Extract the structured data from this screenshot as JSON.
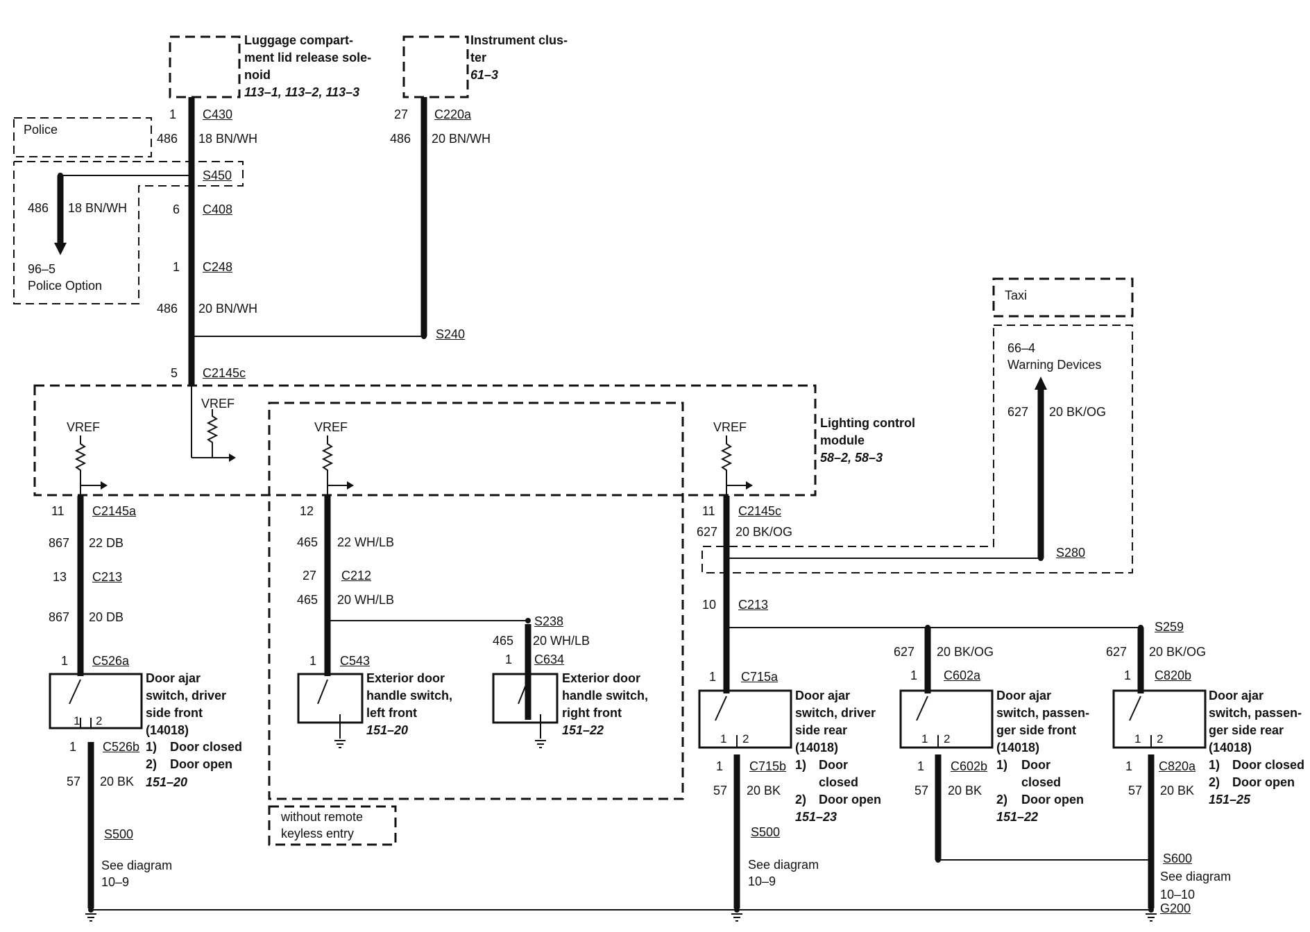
{
  "components": {
    "luggage": {
      "line1": "Luggage compart-",
      "line2": "ment lid release sole-",
      "line3": "noid",
      "ref": "113–1, 113–2, 113–3"
    },
    "cluster": {
      "line1": "Instrument clus-",
      "line2": "ter",
      "ref": "61–3"
    },
    "police": {
      "label": "Police"
    },
    "police_option": {
      "ref": "96–5",
      "label": "Police Option"
    },
    "lcm": {
      "line1": "Lighting control",
      "line2": "module",
      "ref": "58–2, 58–3"
    },
    "taxi": {
      "label": "Taxi"
    },
    "warning": {
      "ref": "66–4",
      "label": "Warning Devices"
    },
    "keyless": {
      "line1": "without remote",
      "line2": "keyless entry"
    },
    "sw_driver_front": {
      "lines": [
        "Door ajar",
        "switch, driver",
        "side front",
        "(14018)"
      ],
      "ref": "151–20"
    },
    "sw_ext_left": {
      "lines": [
        "Exterior door",
        "handle switch,",
        "left front"
      ],
      "ref": "151–20"
    },
    "sw_ext_right": {
      "lines": [
        "Exterior door",
        "handle switch,",
        "right front"
      ],
      "ref": "151–22"
    },
    "sw_driver_rear": {
      "lines": [
        "Door ajar",
        "switch, driver",
        "side rear",
        "(14018)"
      ],
      "ref": "151–23"
    },
    "sw_pass_front": {
      "lines": [
        "Door ajar",
        "switch, passen-",
        "ger side front",
        "(14018)"
      ],
      "ref": "151–22"
    },
    "sw_pass_rear": {
      "lines": [
        "Door ajar",
        "switch, passen-",
        "ger side rear",
        "(14018)"
      ],
      "ref": "151–25"
    }
  },
  "legend": {
    "n1": "1)",
    "n2": "2)",
    "closed": "Door closed",
    "open": "Door open",
    "door": "Door",
    "closed_only": "closed"
  },
  "vref": "VREF",
  "see_diagram": "See diagram",
  "connectors": {
    "C430": "C430",
    "C220a": "C220a",
    "S450": "S450",
    "C408": "C408",
    "C248": "C248",
    "S240": "S240",
    "C2145c": "C2145c",
    "C2145a": "C2145a",
    "C213": "C213",
    "C526a": "C526a",
    "C526b": "C526b",
    "S500": "S500",
    "C212": "C212",
    "S238": "S238",
    "C543": "C543",
    "C634": "C634",
    "C715a": "C715a",
    "C715b": "C715b",
    "S280": "S280",
    "C602a": "C602a",
    "C602b": "C602b",
    "S259": "S259",
    "C820b": "C820b",
    "C820a": "C820a",
    "S600": "S600",
    "G200": "G200"
  },
  "pins": {
    "p1": "1",
    "p2": "2",
    "p5": "5",
    "p6": "6",
    "p10": "10",
    "p11": "11",
    "p12": "12",
    "p13": "13",
    "p27": "27"
  },
  "circuits": {
    "c486": "486",
    "c867": "867",
    "c465": "465",
    "c57": "57",
    "c627": "627"
  },
  "wires": {
    "w18bnwh": "18 BN/WH",
    "w20bnwh": "20 BN/WH",
    "w22db": "22 DB",
    "w20db": "20 DB",
    "w22whlb": "22 WH/LB",
    "w20whlb": "20 WH/LB",
    "w20bk": "20 BK",
    "w20bkog": "20 BK/OG"
  },
  "refs": {
    "r10_9": "10–9",
    "r10_10": "10–10"
  }
}
